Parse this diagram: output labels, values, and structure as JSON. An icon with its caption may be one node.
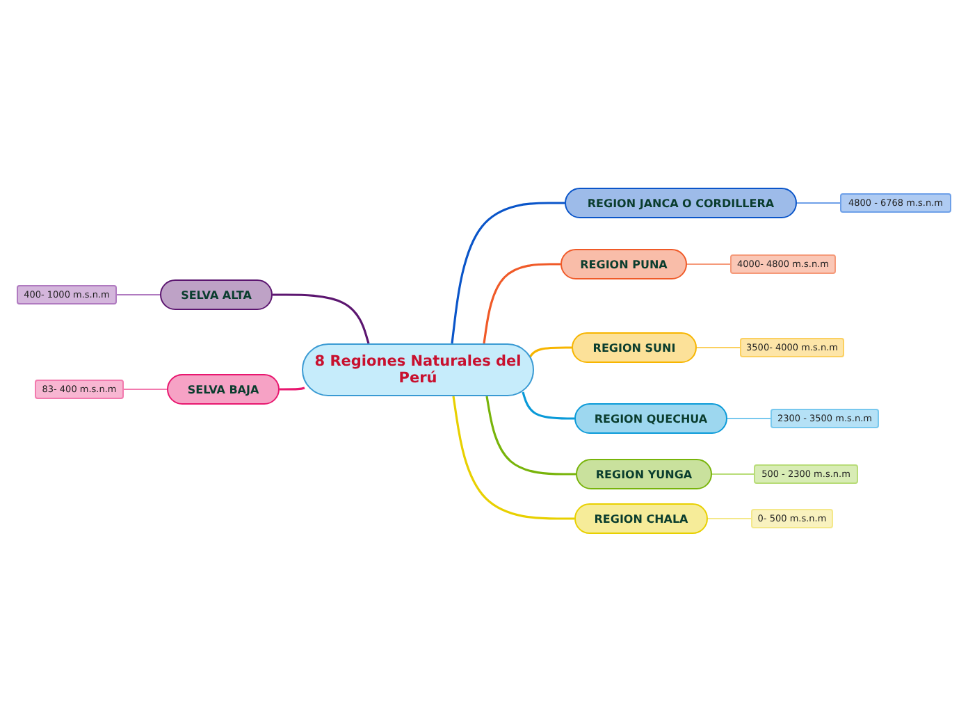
{
  "diagram": {
    "nodes": [
      {
        "text": [
          "8 Regiones Naturales del Perú"
        ]
      },
      {
        "text": [
          "REGION JANCA O CORDILLERA"
        ]
      },
      {
        "text": [
          "4800  - 6768 m.s.n.m"
        ]
      },
      {
        "text": [
          "REGION PUNA"
        ]
      },
      {
        "text": [
          "4000- 4800 m.s.n.m"
        ]
      },
      {
        "text": [
          "SELVA ALTA"
        ]
      },
      {
        "text": [
          "400- 1000 m.s.n.m"
        ]
      },
      {
        "text": [
          "REGION SUNI"
        ]
      },
      {
        "text": [
          "3500- 4000 m.s.n.m"
        ]
      },
      {
        "text": [
          "SELVA BAJA"
        ]
      },
      {
        "text": [
          "83- 400 m.s.n.m"
        ]
      },
      {
        "text": [
          "REGION QUECHUA"
        ]
      },
      {
        "text": [
          "2300 - 3500 m.s.n.m"
        ]
      },
      {
        "text": [
          "REGION YUNGA"
        ]
      },
      {
        "text": [
          "500 - 2300 m.s.n.m"
        ]
      },
      {
        "text": [
          "REGION CHALA"
        ]
      },
      {
        "text": [
          "0- 500 m.s.n.m"
        ]
      }
    ],
    "edges": [
      {
        "from": 0,
        "to": 1,
        "arrow": "none",
        "color": "#0a55c9"
      },
      {
        "from": 1,
        "to": 2,
        "arrow": "none",
        "color": "#6ea0e8"
      },
      {
        "from": 0,
        "to": 3,
        "arrow": "none",
        "color": "#f05a28"
      },
      {
        "from": 3,
        "to": 4,
        "arrow": "none",
        "color": "#f59a7a"
      },
      {
        "from": 0,
        "to": 5,
        "arrow": "none",
        "color": "#5c1670"
      },
      {
        "from": 5,
        "to": 6,
        "arrow": "none",
        "color": "#b07ac0"
      },
      {
        "from": 0,
        "to": 7,
        "arrow": "none",
        "color": "#f7b500"
      },
      {
        "from": 7,
        "to": 8,
        "arrow": "none",
        "color": "#fbd060"
      },
      {
        "from": 0,
        "to": 9,
        "arrow": "none",
        "color": "#e8176f"
      },
      {
        "from": 9,
        "to": 10,
        "arrow": "none",
        "color": "#f27aae"
      },
      {
        "from": 0,
        "to": 11,
        "arrow": "none",
        "color": "#0a9ad8"
      },
      {
        "from": 11,
        "to": 12,
        "arrow": "none",
        "color": "#78c8ee"
      },
      {
        "from": 0,
        "to": 13,
        "arrow": "none",
        "color": "#78b40a"
      },
      {
        "from": 13,
        "to": 14,
        "arrow": "none",
        "color": "#b8dc78"
      },
      {
        "from": 0,
        "to": 15,
        "arrow": "none",
        "color": "#e8d000"
      },
      {
        "from": 15,
        "to": 16,
        "arrow": "none",
        "color": "#f4e88a"
      }
    ]
  }
}
